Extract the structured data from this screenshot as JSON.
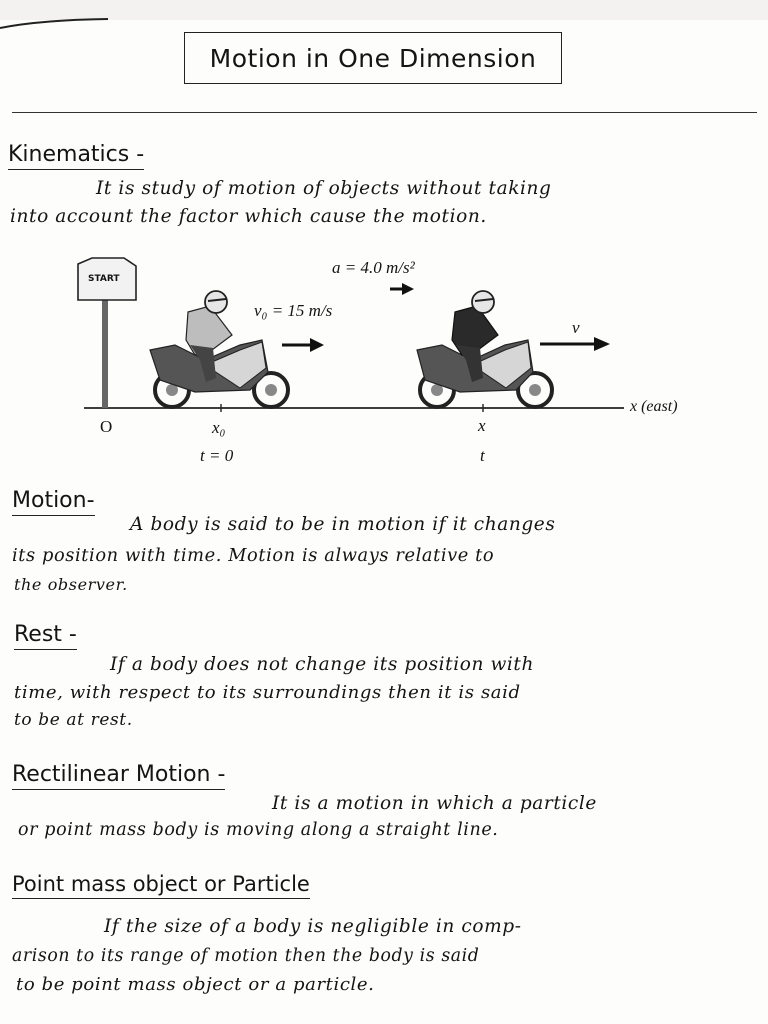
{
  "title": "Motion in One Dimension",
  "sections": [
    {
      "heading": "Kinematics -",
      "lines": [
        "It is study of motion of objects without taking",
        "into account the factor which cause the motion."
      ]
    },
    {
      "heading": "Motion-",
      "lines": [
        "A body is said to be in motion if it changes",
        "its position with time. Motion is always relative to",
        "the observer."
      ]
    },
    {
      "heading": "Rest -",
      "lines": [
        "If a body does not change its position with",
        "time, with respect to its surroundings then it is said",
        "to be at rest."
      ]
    },
    {
      "heading": "Rectilinear Motion -",
      "lines": [
        "It is a motion in which a particle",
        "or point mass body is moving along a straight line."
      ]
    },
    {
      "heading": "Point mass object or Particle",
      "lines": [
        "If the size of a body is negligible in comp-",
        "arison to its range of motion then the body is said",
        "to be point mass object or a particle."
      ]
    }
  ],
  "figure": {
    "sign_text": "START",
    "acceleration": "a = 4.0 m/s²",
    "v0": "v₀ = 15 m/s",
    "v": "v",
    "axis": "x (east)",
    "origin": "O",
    "x0": "x₀",
    "t0": "t = 0",
    "x": "x",
    "t": "t"
  }
}
